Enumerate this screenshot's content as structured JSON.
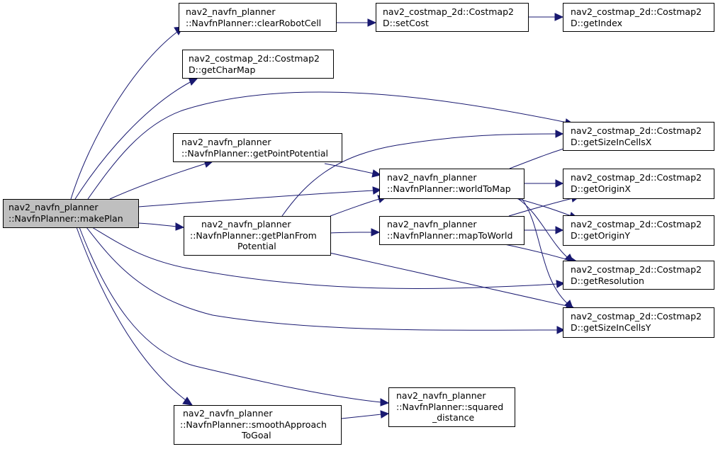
{
  "nodes": {
    "makePlan": [
      "nav2_navfn_planner",
      "::NavfnPlanner::makePlan"
    ],
    "clearRobotCell": [
      "nav2_navfn_planner",
      "::NavfnPlanner::clearRobotCell"
    ],
    "setCost": [
      "nav2_costmap_2d::Costmap2",
      "D::setCost"
    ],
    "getIndex": [
      "nav2_costmap_2d::Costmap2",
      "D::getIndex"
    ],
    "getCharMap": [
      "nav2_costmap_2d::Costmap2",
      "D::getCharMap"
    ],
    "getSizeInCellsX": [
      "nav2_costmap_2d::Costmap2",
      "D::getSizeInCellsX"
    ],
    "getPointPotential": [
      "nav2_navfn_planner",
      "::NavfnPlanner::getPointPotential"
    ],
    "worldToMap": [
      "nav2_navfn_planner",
      "::NavfnPlanner::worldToMap"
    ],
    "getOriginX": [
      "nav2_costmap_2d::Costmap2",
      "D::getOriginX"
    ],
    "getPlanFromPotential": [
      "nav2_navfn_planner",
      "::NavfnPlanner::getPlanFrom",
      "Potential"
    ],
    "mapToWorld": [
      "nav2_navfn_planner",
      "::NavfnPlanner::mapToWorld"
    ],
    "getOriginY": [
      "nav2_costmap_2d::Costmap2",
      "D::getOriginY"
    ],
    "getResolution": [
      "nav2_costmap_2d::Costmap2",
      "D::getResolution"
    ],
    "getSizeInCellsY": [
      "nav2_costmap_2d::Costmap2",
      "D::getSizeInCellsY"
    ],
    "squared_distance": [
      "nav2_navfn_planner",
      "::NavfnPlanner::squared",
      "_distance"
    ],
    "smoothApproachToGoal": [
      "nav2_navfn_planner",
      "::NavfnPlanner::smoothApproach",
      "ToGoal"
    ]
  },
  "edges": [
    [
      "makePlan",
      "clearRobotCell"
    ],
    [
      "makePlan",
      "getCharMap"
    ],
    [
      "makePlan",
      "getSizeInCellsX"
    ],
    [
      "makePlan",
      "getPointPotential"
    ],
    [
      "makePlan",
      "worldToMap"
    ],
    [
      "makePlan",
      "getPlanFromPotential"
    ],
    [
      "makePlan",
      "getResolution"
    ],
    [
      "makePlan",
      "getSizeInCellsY"
    ],
    [
      "makePlan",
      "smoothApproachToGoal"
    ],
    [
      "makePlan",
      "squared_distance"
    ],
    [
      "clearRobotCell",
      "setCost"
    ],
    [
      "setCost",
      "getIndex"
    ],
    [
      "getPointPotential",
      "worldToMap"
    ],
    [
      "getPlanFromPotential",
      "getSizeInCellsX"
    ],
    [
      "getPlanFromPotential",
      "worldToMap"
    ],
    [
      "getPlanFromPotential",
      "mapToWorld"
    ],
    [
      "getPlanFromPotential",
      "getSizeInCellsY"
    ],
    [
      "worldToMap",
      "getSizeInCellsX"
    ],
    [
      "worldToMap",
      "getOriginX"
    ],
    [
      "worldToMap",
      "getOriginY"
    ],
    [
      "worldToMap",
      "getResolution"
    ],
    [
      "worldToMap",
      "getSizeInCellsY"
    ],
    [
      "mapToWorld",
      "getOriginX"
    ],
    [
      "mapToWorld",
      "getOriginY"
    ],
    [
      "mapToWorld",
      "getResolution"
    ],
    [
      "smoothApproachToGoal",
      "squared_distance"
    ]
  ],
  "colors": {
    "edge": "#191970",
    "highlight_fill": "#bfbfbf",
    "node_fill": "#ffffff",
    "border": "#000000"
  }
}
